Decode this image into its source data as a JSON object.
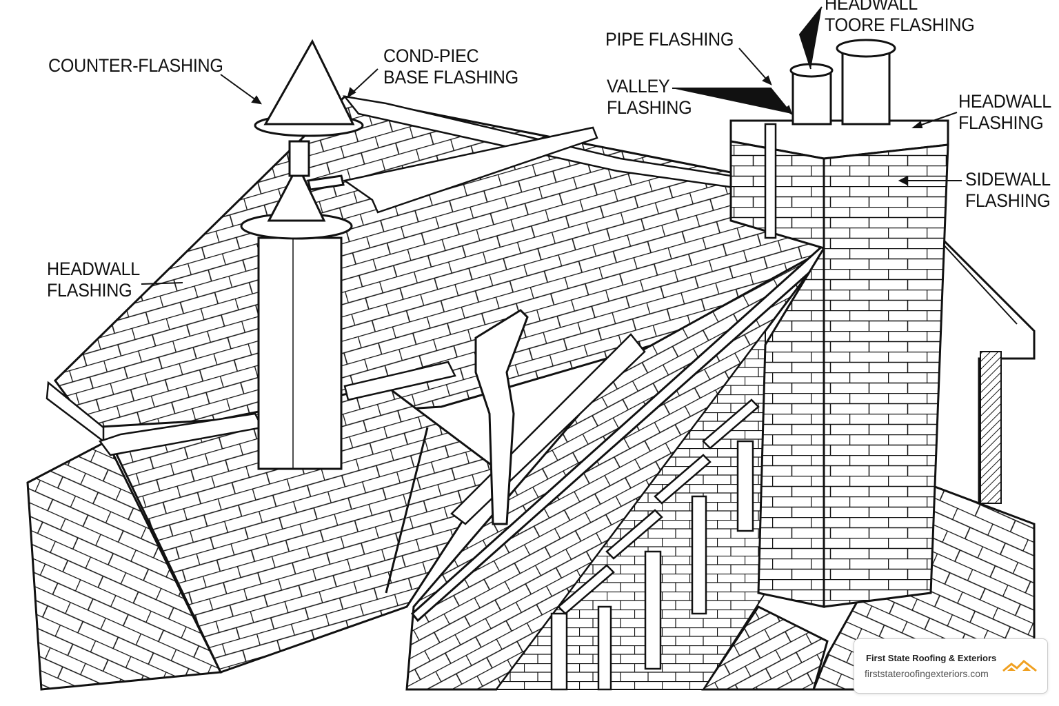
{
  "labels": {
    "counter_flashing": "COUNTER-FLASHING",
    "cond_piec_line1": "COND-PIEC",
    "cond_piec_line2": "BASE FLASHING",
    "pipe_flashing": "PIPE FLASHING",
    "valley_line1": "VALLEY",
    "valley_line2": "FLASHING",
    "headwall_toore_line1": "HEADWALL",
    "headwall_toore_line2": "TOORE FLASHING",
    "headwall_right_line1": "HEADWALL",
    "headwall_right_line2": "FLASHING",
    "sidewall_line1": "SIDEWALL",
    "sidewall_line2": "FLASHING",
    "headwall_left_line1": "HEADWALL",
    "headwall_left_line2": "FLASHING"
  },
  "badge": {
    "brand": "First State Roofing & Exteriors",
    "url": "firststateroofingexteriors.com",
    "accent_color": "#f0a020"
  },
  "colors": {
    "ink": "#111111",
    "background": "#ffffff"
  }
}
